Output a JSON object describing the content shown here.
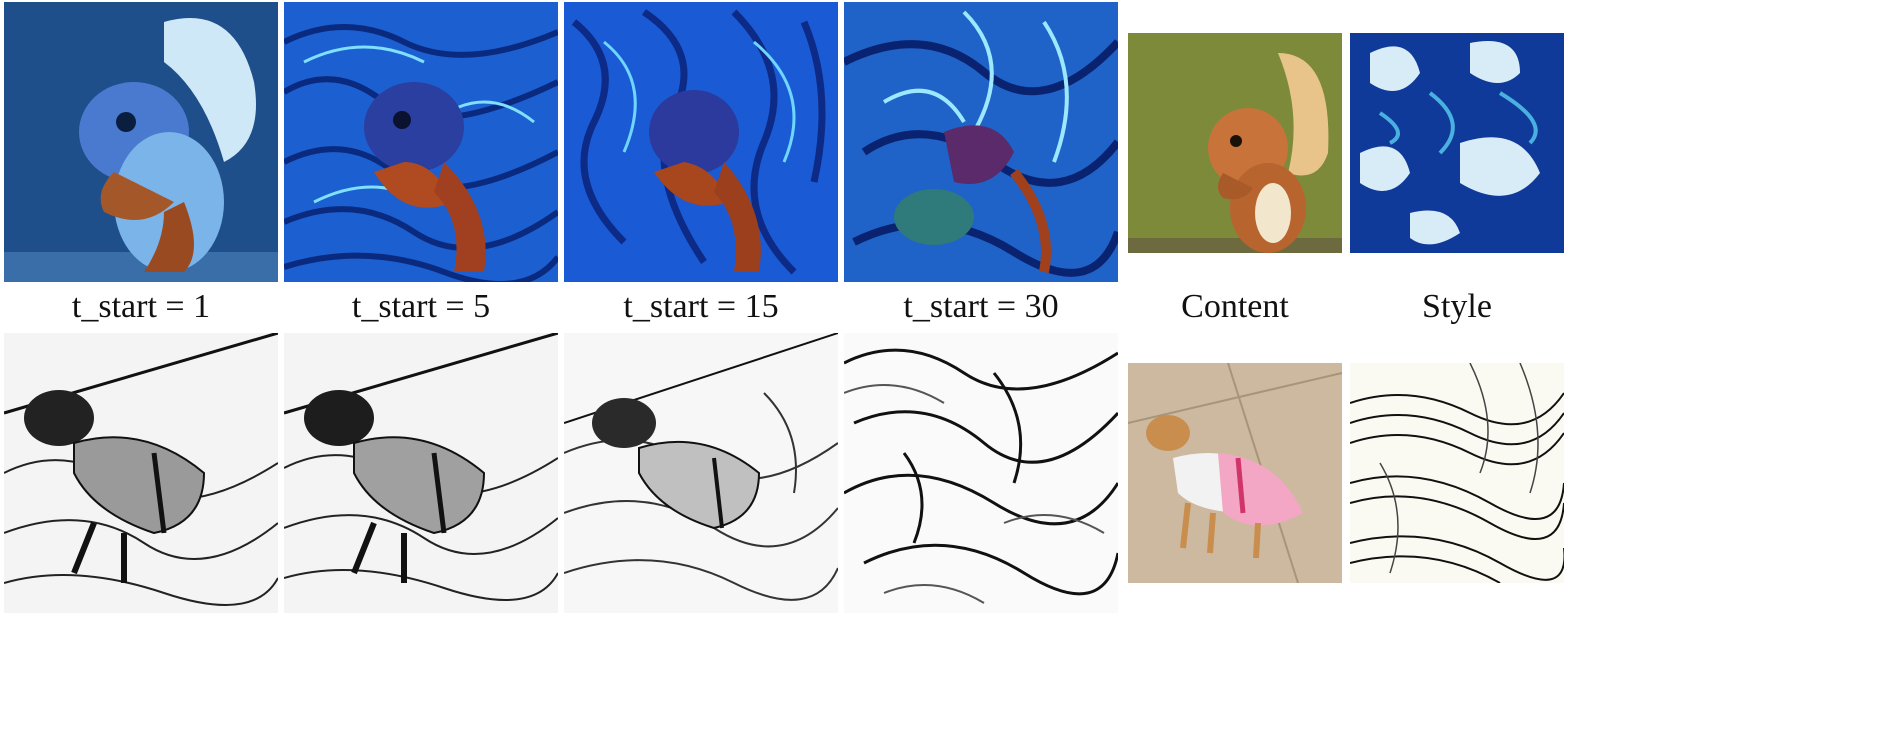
{
  "figure": {
    "captions": {
      "t1": "t_start = 1",
      "t5": "t_start = 5",
      "t15": "t_start = 15",
      "t30": "t_start = 30",
      "content": "Content",
      "style": "Style"
    },
    "rows": [
      {
        "name": "squirrel",
        "palette": {
          "dark": "#0a1f6e",
          "mid": "#1d5fd0",
          "light": "#5fd0f0",
          "accent": "#b84a1e",
          "bg": "#2a6fb5"
        }
      },
      {
        "name": "chihuahua",
        "palette": {
          "dark": "#111111",
          "mid": "#555555",
          "light": "#f4f4f4"
        }
      }
    ],
    "content_colors": {
      "squirrel_bg": "#7d8a3a",
      "squirrel_fur": "#c8733a",
      "dog_floor": "#cdb9a0",
      "dog_dress": "#f3a7c4"
    }
  }
}
